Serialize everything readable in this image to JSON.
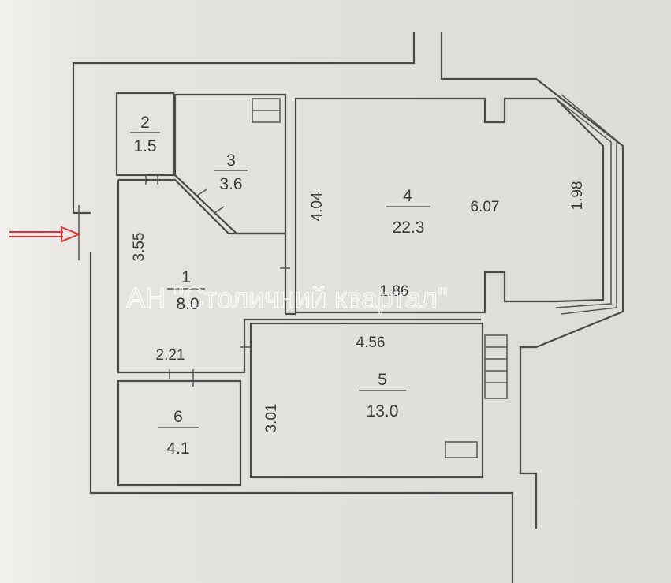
{
  "rooms": [
    {
      "number": "1",
      "area": "8.0"
    },
    {
      "number": "2",
      "area": "1.5"
    },
    {
      "number": "3",
      "area": "3.6"
    },
    {
      "number": "4",
      "area": "22.3"
    },
    {
      "number": "5",
      "area": "13.0"
    },
    {
      "number": "6",
      "area": "4.1"
    }
  ],
  "dimensions": {
    "room1_height": "3.55",
    "room1_width": "2.21",
    "room4_height": "4.04",
    "room4_width": "6.07",
    "room4_bottom": "1.86",
    "bay_window": "1.98",
    "room5_width": "4.56",
    "room5_height": "3.01"
  },
  "watermark": "АН \"Столичний квартал\"",
  "colors": {
    "entrance_arrow": "#e03030",
    "walls": "#4a4a4a",
    "paper": "#e6e4e0"
  }
}
